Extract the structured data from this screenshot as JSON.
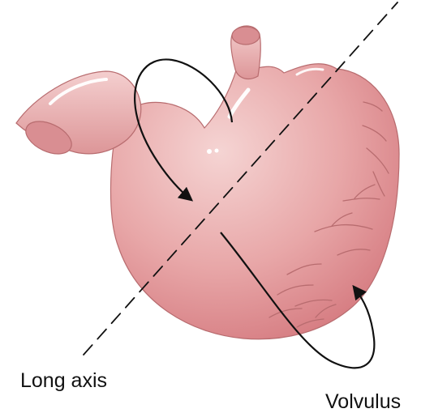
{
  "diagram": {
    "subject": "stomach",
    "labels": {
      "long_axis": "Long axis",
      "volvulus": "Volvulus"
    },
    "colors": {
      "background": "#ffffff",
      "stomach_fill": "#e8a7a8",
      "stomach_fill_light": "#f5d4d3",
      "stomach_fill_dark": "#d77f84",
      "outline": "#b86c6f",
      "fold_lines": "#b86c6f",
      "arrow": "#111111",
      "axis": "#111111",
      "text": "#111111"
    }
  }
}
